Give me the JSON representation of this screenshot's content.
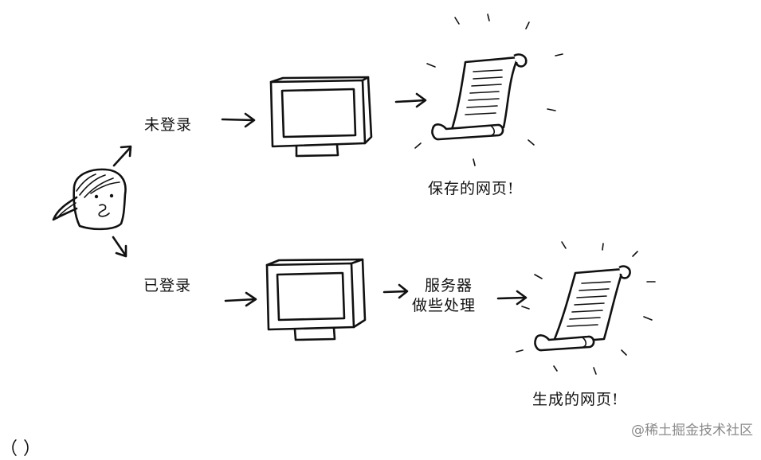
{
  "labels": {
    "not_logged_in": "未登录",
    "logged_in": "已登录",
    "saved_page": "保存的网页!",
    "server_line1": "服务器",
    "server_line2": "做些处理",
    "generated_page": "生成的网页!"
  },
  "watermark": "@稀土掘金技术社区",
  "cut_caption": "（ ）"
}
